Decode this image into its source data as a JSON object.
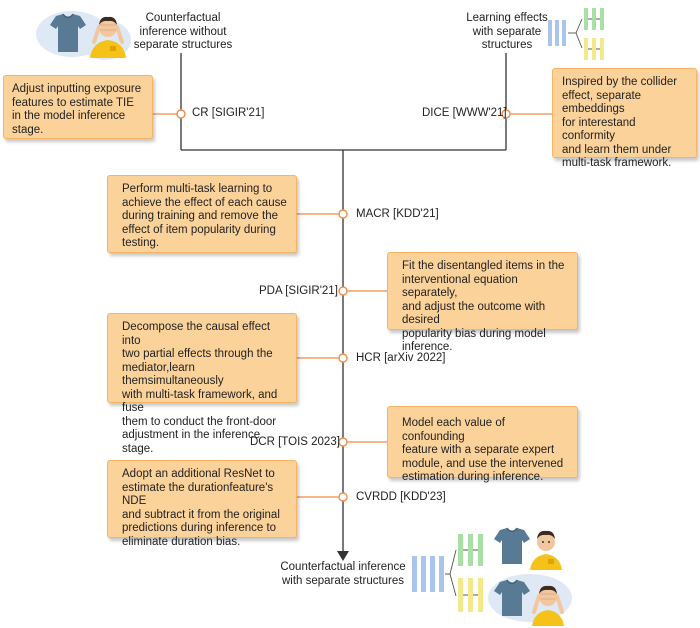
{
  "top_left_caption": [
    "Counterfactual",
    "inference without",
    "separate structures"
  ],
  "top_right_caption": [
    "Learning effects",
    "with separate",
    "structures"
  ],
  "bottom_caption": [
    "Counterfactual inference",
    "with separate structures"
  ],
  "methods": {
    "cr": "CR [SIGIR'21]",
    "dice": "DICE [WWW'21]",
    "macr": "MACR [KDD'21]",
    "pda": "PDA [SIGIR'21]",
    "hcr": "HCR [arXiv 2022]",
    "dcr": "DCR [TOIS 2023]",
    "cvrdd": "CVRDD [KDD'23]"
  },
  "notes": {
    "cr": [
      "Adjust inputting exposure",
      "features to estimate TIE",
      "in the model inference",
      "stage."
    ],
    "dice": [
      "Inspired by the collider",
      "effect, separate embeddings",
      "for interestand conformity",
      "and learn them under",
      "multi-task framework."
    ],
    "macr": [
      "Perform multi-task learning to",
      "achieve the effect of each cause",
      "during training and remove the",
      "effect of item popularity during",
      "testing."
    ],
    "pda": [
      "Fit the disentangled items in the",
      "interventional equation separately,",
      "and adjust the outcome with desired",
      "popularity bias during model",
      "inference."
    ],
    "hcr": [
      "Decompose the causal effect into",
      "two partial effects through the",
      "mediator,learn themsimultaneously",
      "with multi-task framework, and fuse",
      "them to conduct the front-door",
      "adjustment in the inference stage."
    ],
    "dcr": [
      "Model each value of confounding",
      "feature with a separate expert",
      "module, and use the intervened",
      "estimation during inference."
    ],
    "cvrdd": [
      "Adopt an additional ResNet to",
      "estimate the durationfeature's NDE",
      "and subtract it from the original",
      "predictions during inference to",
      "eliminate duration bias."
    ]
  },
  "colors": {
    "note_fill": "#fbd29a",
    "note_border": "#f3b466",
    "connector": "#f08c4a",
    "timeline": "#333333",
    "layer_blue": "#a9c5ee",
    "layer_green": "#a8dfa4",
    "layer_yellow": "#f3e98c",
    "shirt": "#587a94",
    "person_shirt": "#f5c21a"
  },
  "icons": [
    "shirt-icon",
    "person-covering-eyes-icon",
    "neural-network-icon"
  ]
}
